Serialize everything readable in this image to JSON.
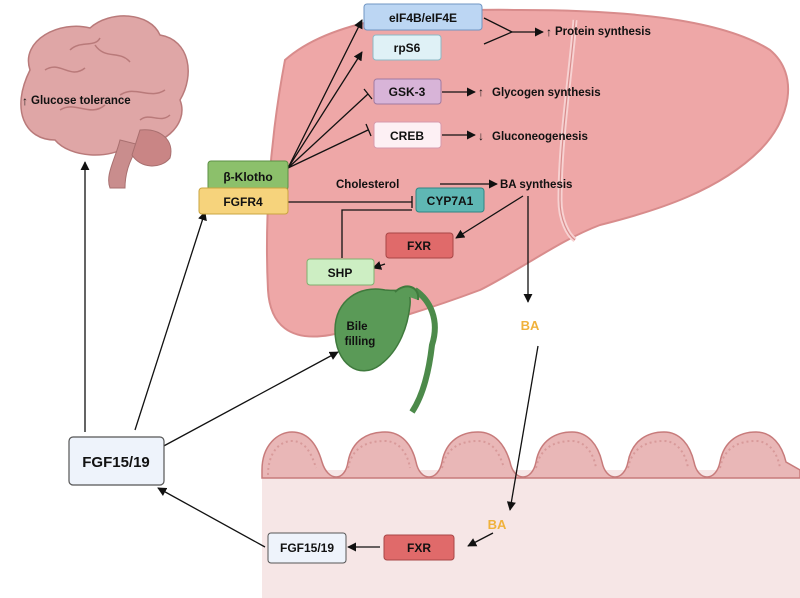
{
  "nodes": {
    "eif4b": "eIF4B/eIF4E",
    "rps6": "rpS6",
    "gsk3": "GSK-3",
    "creb": "CREB",
    "klotho": "β-Klotho",
    "fgfr4": "FGFR4",
    "cyp7a1": "CYP7A1",
    "fxr_liver": "FXR",
    "shp": "SHP",
    "fgf_main": "FGF15/19",
    "fgf_intestine": "FGF15/19",
    "fxr_intestine": "FXR"
  },
  "labels": {
    "protein_synthesis": "Protein synthesis",
    "glycogen_synthesis": "Glycogen synthesis",
    "gluconeogenesis": "Gluconeogenesis",
    "glucose_tolerance": "Glucose tolerance",
    "cholesterol": "Cholesterol",
    "ba_synthesis": "BA synthesis",
    "bile_line1": "Bile",
    "bile_line2": "filling",
    "ba_liver": "BA",
    "ba_intestine": "BA"
  },
  "colors": {
    "liver": "#eea7a7",
    "liver_dark": "#d88c8c",
    "intestine": "#f6e3e3",
    "intestine_wall": "#d98a8a",
    "gallbladder": "#5a9a57",
    "ba": "#f0b23c",
    "brain": "#d79a9a"
  }
}
